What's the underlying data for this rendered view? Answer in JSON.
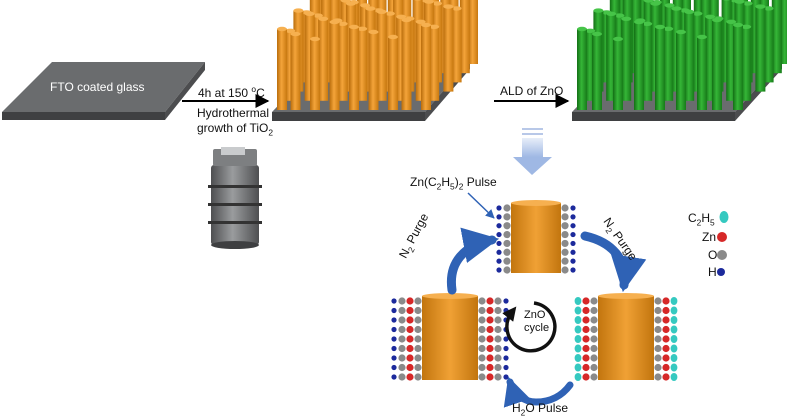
{
  "stages": {
    "substrate_label": "FTO coated glass",
    "step1_label_line1": "4h at 150 ",
    "step1_label_sup": "o",
    "step1_label_unit": "C",
    "step1_label_line2": "Hydrothermal",
    "step1_label_line3": "growth of TiO",
    "step1_label_sub": "2",
    "step2_label": "ALD of ZnO"
  },
  "cycle": {
    "pulse_prefix": "Zn(C",
    "pulse_sub1": "2",
    "pulse_mid": "H",
    "pulse_sub2": "5",
    "pulse_suffix": ")",
    "pulse_sub3": "2",
    "pulse_word": " Pulse",
    "purge_left_n": "N",
    "purge_left_sub": "2",
    "purge_left_word": " Purge",
    "purge_right_n": "N",
    "purge_right_sub": "2",
    "purge_right_word": " Purge",
    "center_line1": "ZnO",
    "center_line2": "cycle",
    "water_h": "H",
    "water_sub": "2",
    "water_word": "O Pulse"
  },
  "legend": [
    {
      "label_main": "C",
      "label_sub1": "2",
      "label_mid": "H",
      "label_sub2": "5",
      "color": "#35c9c0",
      "icon": "ethyl-drop-icon"
    },
    {
      "label_main": "Zn",
      "label_sub1": "",
      "label_mid": "",
      "label_sub2": "",
      "color": "#d62828",
      "icon": "zinc-atom-icon"
    },
    {
      "label_main": "O",
      "label_sub1": "",
      "label_mid": "",
      "label_sub2": "",
      "color": "#8a8a8a",
      "icon": "oxygen-atom-icon"
    },
    {
      "label_main": "H",
      "label_sub1": "",
      "label_mid": "",
      "label_sub2": "",
      "color": "#1c2a9c",
      "icon": "hydrogen-atom-icon"
    }
  ],
  "colors": {
    "glass": "#5f6163",
    "tio2": "#e8951f",
    "zno": "#23a025",
    "arrow": "#2f62b5"
  }
}
